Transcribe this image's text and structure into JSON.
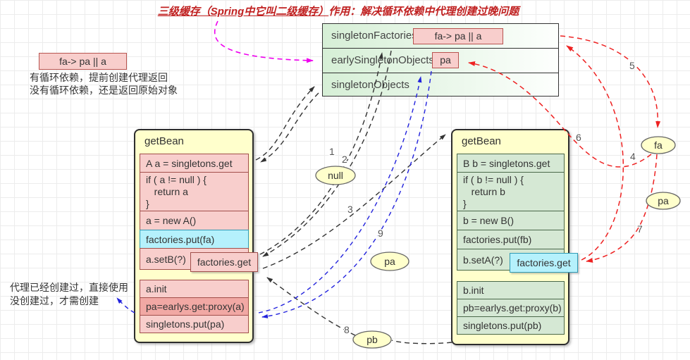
{
  "title": {
    "part1": "三级缓存（Spring中它叫二级缓存）",
    "part2": "作用：解决循环依赖中代理创建过晚问题"
  },
  "cache_table": {
    "rows": [
      {
        "label": "singletonFactories",
        "value": "fa-> pa || a"
      },
      {
        "label": "earlySingletonObjects",
        "value": "pa"
      },
      {
        "label": "singletonObjects",
        "value": ""
      }
    ]
  },
  "left_note": {
    "box_value": "fa-> pa || a",
    "line1": "有循环依赖，提前创建代理返回",
    "line2": "没有循环依赖，还是返回原始对象"
  },
  "proxy_note": {
    "line1": "代理已经创建过，直接使用",
    "line2": "没创建过，才需创建"
  },
  "bean_a": {
    "title": "getBean",
    "rows": [
      {
        "text": "A a = singletons.get"
      },
      {
        "text": "if ( a != null ) {\n   return a\n}"
      },
      {
        "text": "a = new A()"
      },
      {
        "text": "factories.put(fa)"
      },
      {
        "text": "a.setB(?)"
      }
    ],
    "rows2": [
      {
        "text": "a.init"
      },
      {
        "text": "pa=earlys.get:proxy(a)"
      },
      {
        "text": "singletons.put(pa)"
      }
    ],
    "overlay": "factories.get"
  },
  "bean_b": {
    "title": "getBean",
    "rows": [
      {
        "text": "B b = singletons.get"
      },
      {
        "text": "if ( b != null ) {\n   return b\n}"
      },
      {
        "text": "b = new B()"
      },
      {
        "text": "factories.put(fb)"
      },
      {
        "text": "b.setA(?)"
      }
    ],
    "rows2": [
      {
        "text": "b.init"
      },
      {
        "text": "pb=earlys.get:proxy(b)"
      },
      {
        "text": "singletons.put(pb)"
      }
    ],
    "overlay": "factories.get"
  },
  "ellipses": {
    "null_result": "null",
    "pa_mid": "pa",
    "pb": "pb",
    "fa": "fa",
    "pa_right": "pa"
  },
  "steps": {
    "s1": "1",
    "s2": "2",
    "s3": "3",
    "s4": "4",
    "s5": "5",
    "s6": "6",
    "s7": "7",
    "s8": "8",
    "s9": "9"
  },
  "colors": {
    "pink": "#f8cecc",
    "pink_dark": "#f1a8a4",
    "green": "#d5e8d4",
    "cyan": "#b5f1fc",
    "yellow": "#ffffcc",
    "red_arrow": "#ee2222",
    "blue_arrow": "#2222dd",
    "magenta_arrow": "#ee00ee",
    "black_arrow": "#333333",
    "title_red": "#c02020"
  }
}
